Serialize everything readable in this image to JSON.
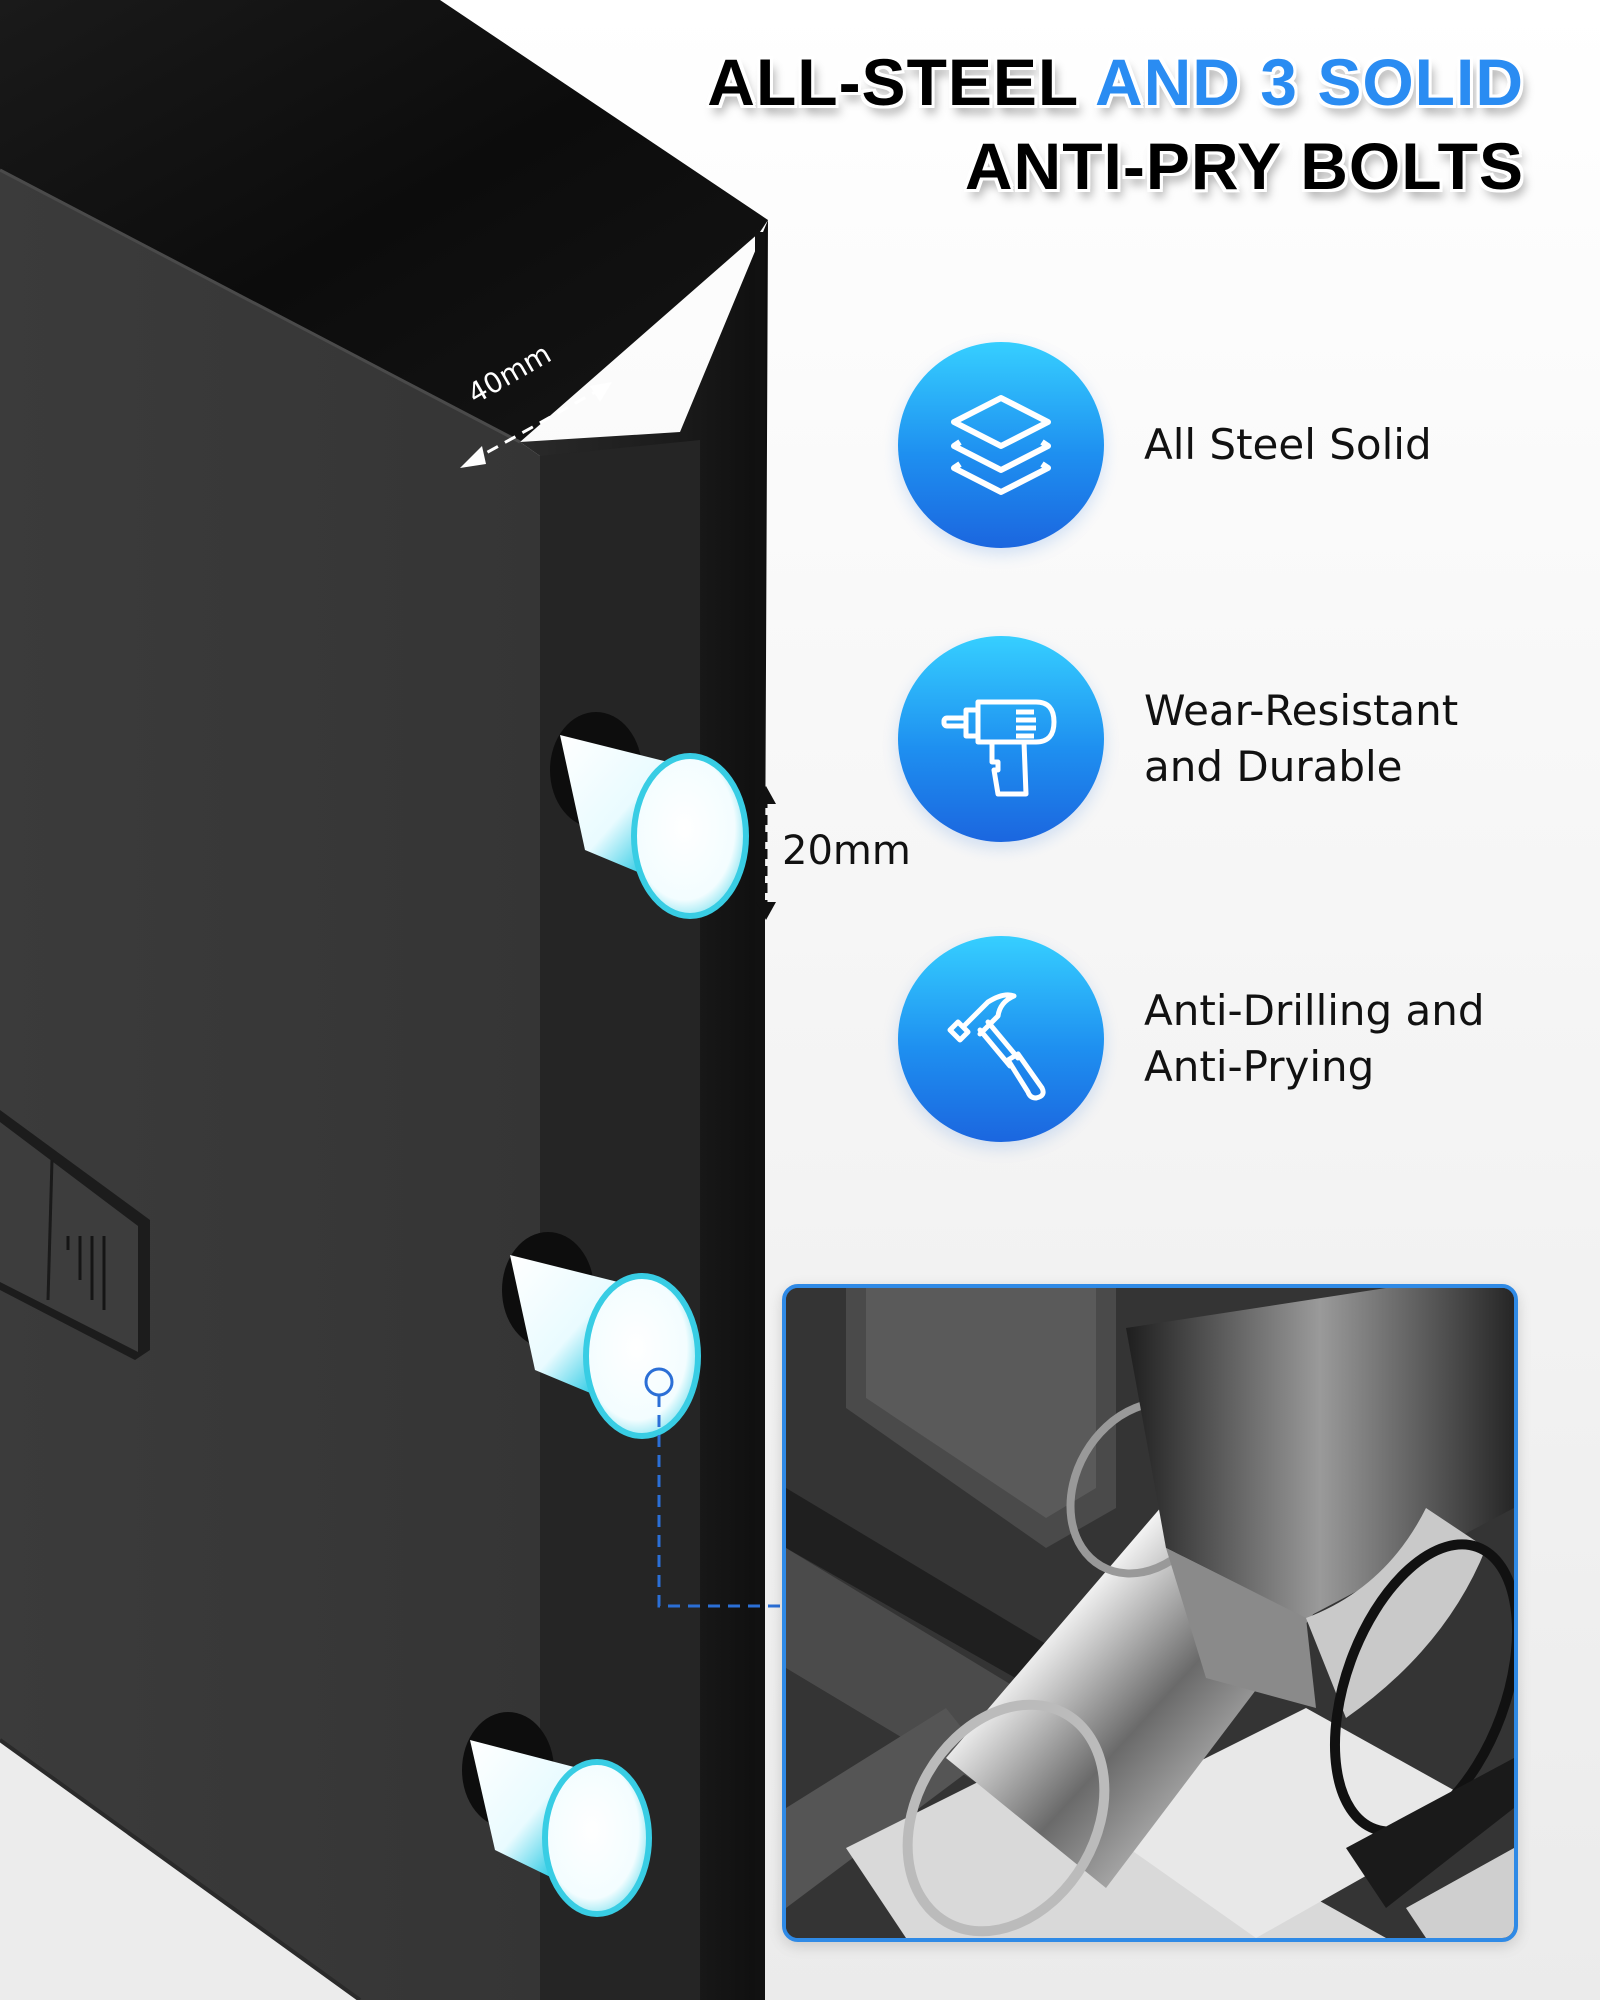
{
  "headline": {
    "line1_black": "ALL-STEEL ",
    "line1_blue": "AND 3 SOLID",
    "line2": "ANTI-PRY BOLTS"
  },
  "dimensions": {
    "door_thickness": "40mm",
    "bolt_diameter": "20mm"
  },
  "features": [
    {
      "icon": "stacked-layers-icon",
      "label": "All Steel Solid"
    },
    {
      "icon": "power-drill-icon",
      "label": "Wear-Resistant\nand Durable"
    },
    {
      "icon": "hammer-icon",
      "label": "Anti-Drilling and\nAnti-Prying"
    }
  ],
  "inset": {
    "subject": "bolt-mechanism-closeup"
  },
  "colors": {
    "accent_blue": "#2a8cf2",
    "badge_top": "#36cfff",
    "badge_bottom": "#1b66df",
    "inset_border": "#2f8ae6",
    "bolt_glow": "#2bd0e8",
    "door": "#3a3a3a"
  },
  "bolt_count": 3
}
